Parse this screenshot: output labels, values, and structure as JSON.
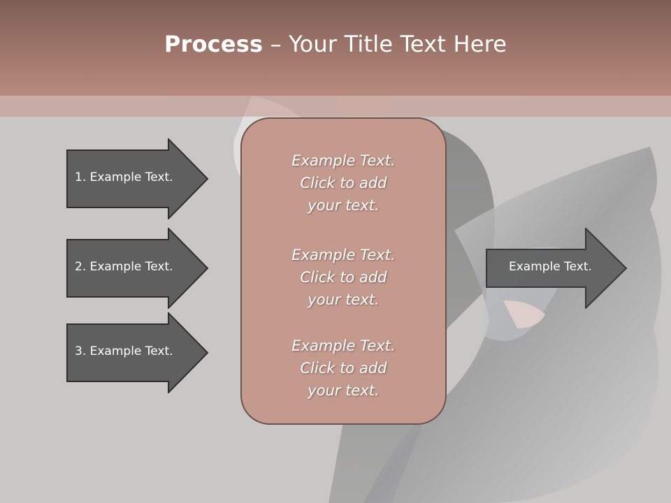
{
  "slide": {
    "title_bold": "Process",
    "title_rest": " – Your Title Text Here",
    "left_arrows": [
      {
        "label": "1. Example Text."
      },
      {
        "label": "2. Example Text."
      },
      {
        "label": "3. Example Text."
      }
    ],
    "center_items": [
      {
        "lines": [
          "Example Text.",
          "Click  to add",
          "your text."
        ]
      },
      {
        "lines": [
          "Example Text.",
          "Click  to add",
          "your text."
        ]
      },
      {
        "lines": [
          "Example Text.",
          "Click  to add",
          "your text."
        ]
      }
    ],
    "right_arrow": {
      "label": "Example Text."
    }
  },
  "colors": {
    "title_bar": "#9a7268",
    "arrow_fill": "#5f5f5f",
    "arrow_border": "#2e2e2e",
    "center_box": "#c49a8f"
  }
}
